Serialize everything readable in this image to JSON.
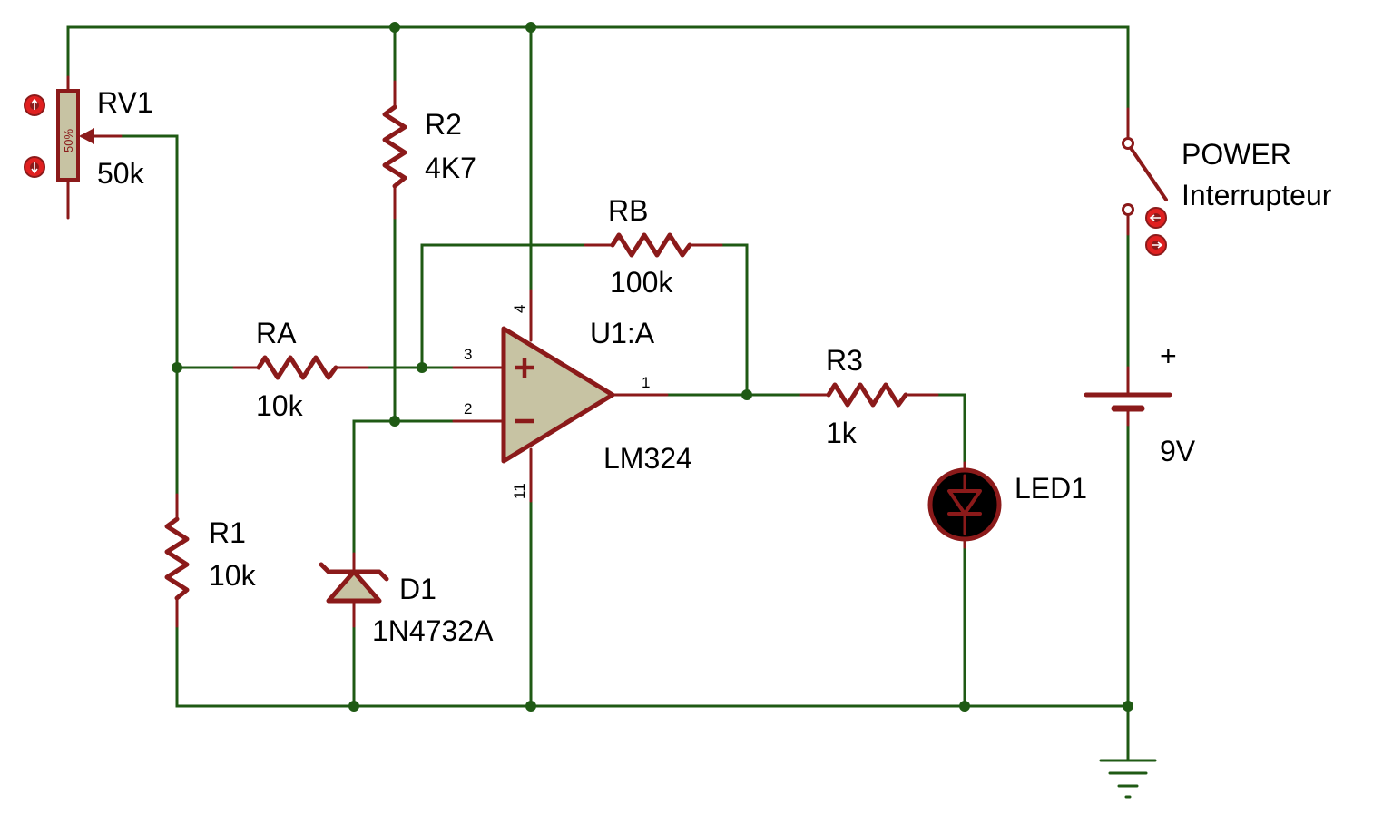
{
  "colors": {
    "wire": "#1f5a14",
    "component": "#8b1a1a",
    "component_fill": "#c7c3a3",
    "background": "#ffffff",
    "led_body": "#000000"
  },
  "components": {
    "rv1": {
      "ref": "RV1",
      "value": "50k",
      "wiper": "50%"
    },
    "r2": {
      "ref": "R2",
      "value": "4K7"
    },
    "rb": {
      "ref": "RB",
      "value": "100k"
    },
    "ra": {
      "ref": "RA",
      "value": "10k"
    },
    "r1": {
      "ref": "R1",
      "value": "10k"
    },
    "d1": {
      "ref": "D1",
      "value": "1N4732A"
    },
    "u1": {
      "ref": "U1:A",
      "value": "LM324",
      "pin_plus": "3",
      "pin_minus": "2",
      "pin_out": "1",
      "pin_vcc": "4",
      "pin_gnd": "11"
    },
    "r3": {
      "ref": "R3",
      "value": "1k"
    },
    "led1": {
      "ref": "LED1"
    },
    "power": {
      "ref": "POWER",
      "value": "Interrupteur"
    },
    "battery": {
      "value": "9V",
      "polarity": "+"
    }
  }
}
